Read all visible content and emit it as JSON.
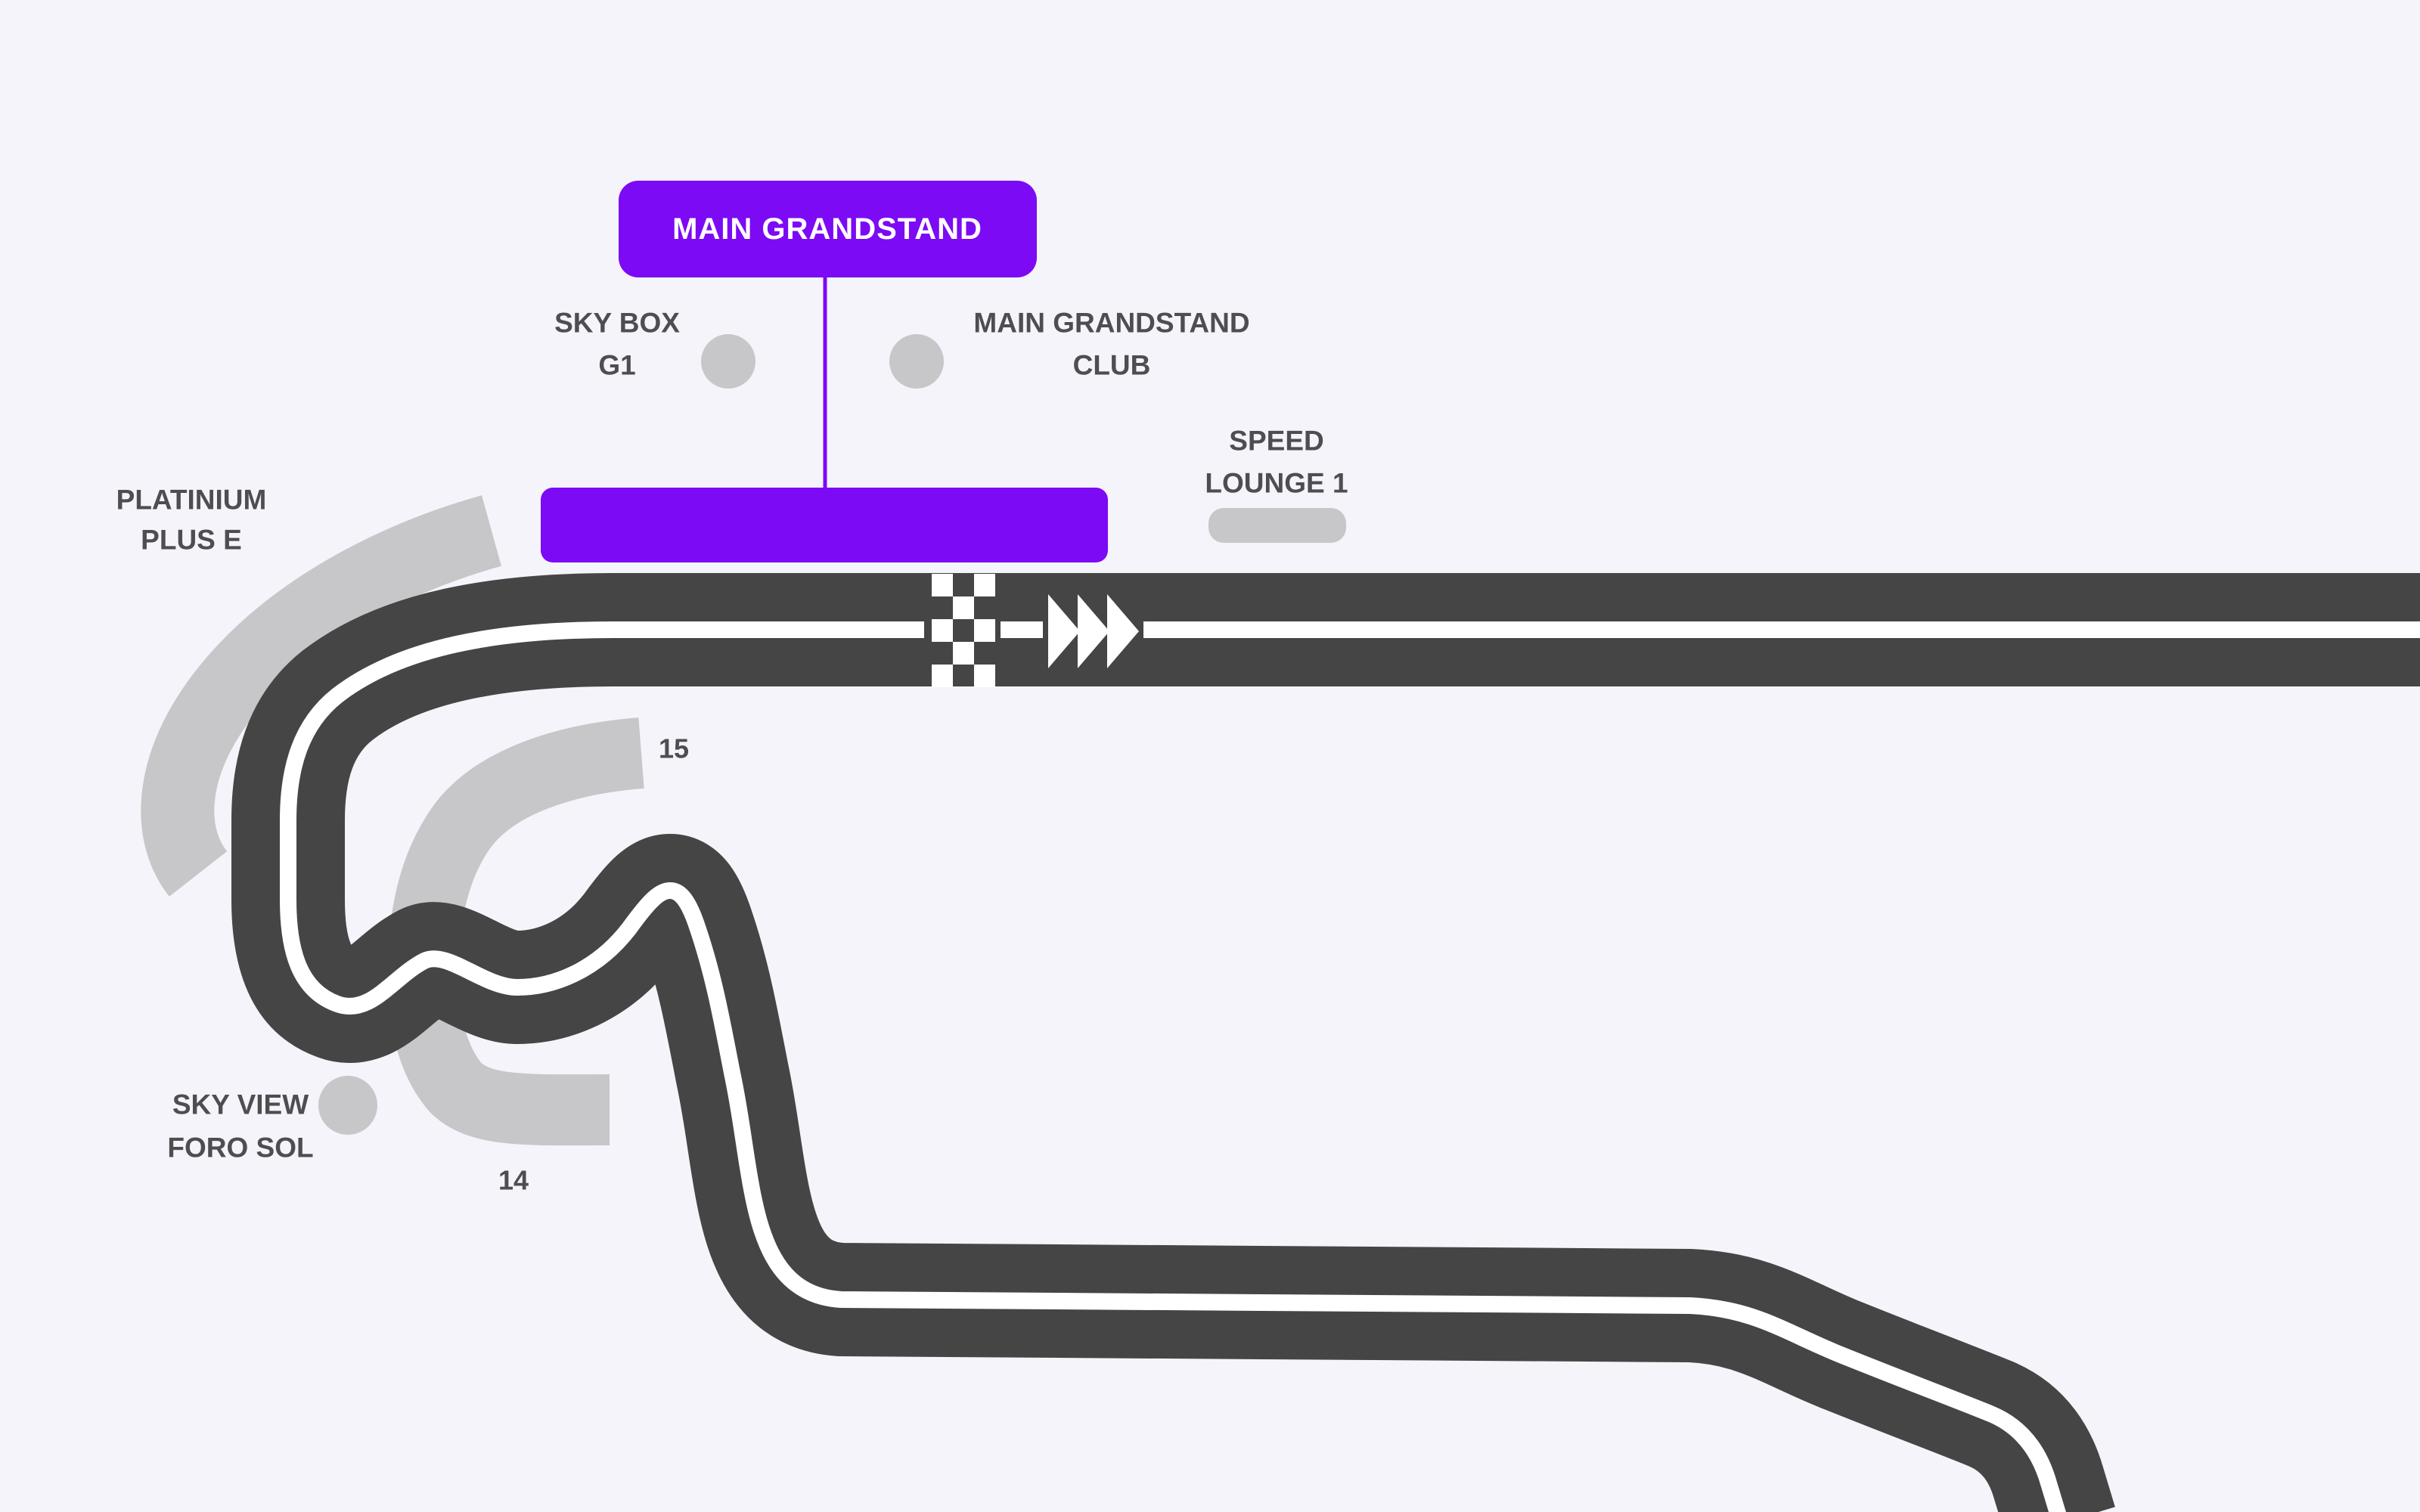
{
  "colors": {
    "background": "#f5f4fa",
    "road": "#454545",
    "road_line": "#ffffff",
    "stand": "#c7c7c9",
    "label": "#4e4e51",
    "accent": "#7c0af5",
    "tooltip_text": "#ffffff"
  },
  "tooltip": {
    "label": "MAIN GRANDSTAND"
  },
  "labels": {
    "sky_box": {
      "line1": "SKY BOX",
      "line2": "G1"
    },
    "main_grandstand_club": {
      "line1": "MAIN GRANDSTAND",
      "line2": "CLUB"
    },
    "speed_lounge": {
      "line1": "SPEED",
      "line2": "LOUNGE 1"
    },
    "platinium": {
      "line1": "PLATINIUM",
      "line2": "PLUS E"
    },
    "sky_view": {
      "line1": "SKY VIEW",
      "line2": "FORO SOL"
    },
    "turn_15": "15",
    "turn_14": "14"
  },
  "icons": {
    "start_finish": "checkered-line-icon",
    "direction": "triple-arrow-right-icon"
  }
}
